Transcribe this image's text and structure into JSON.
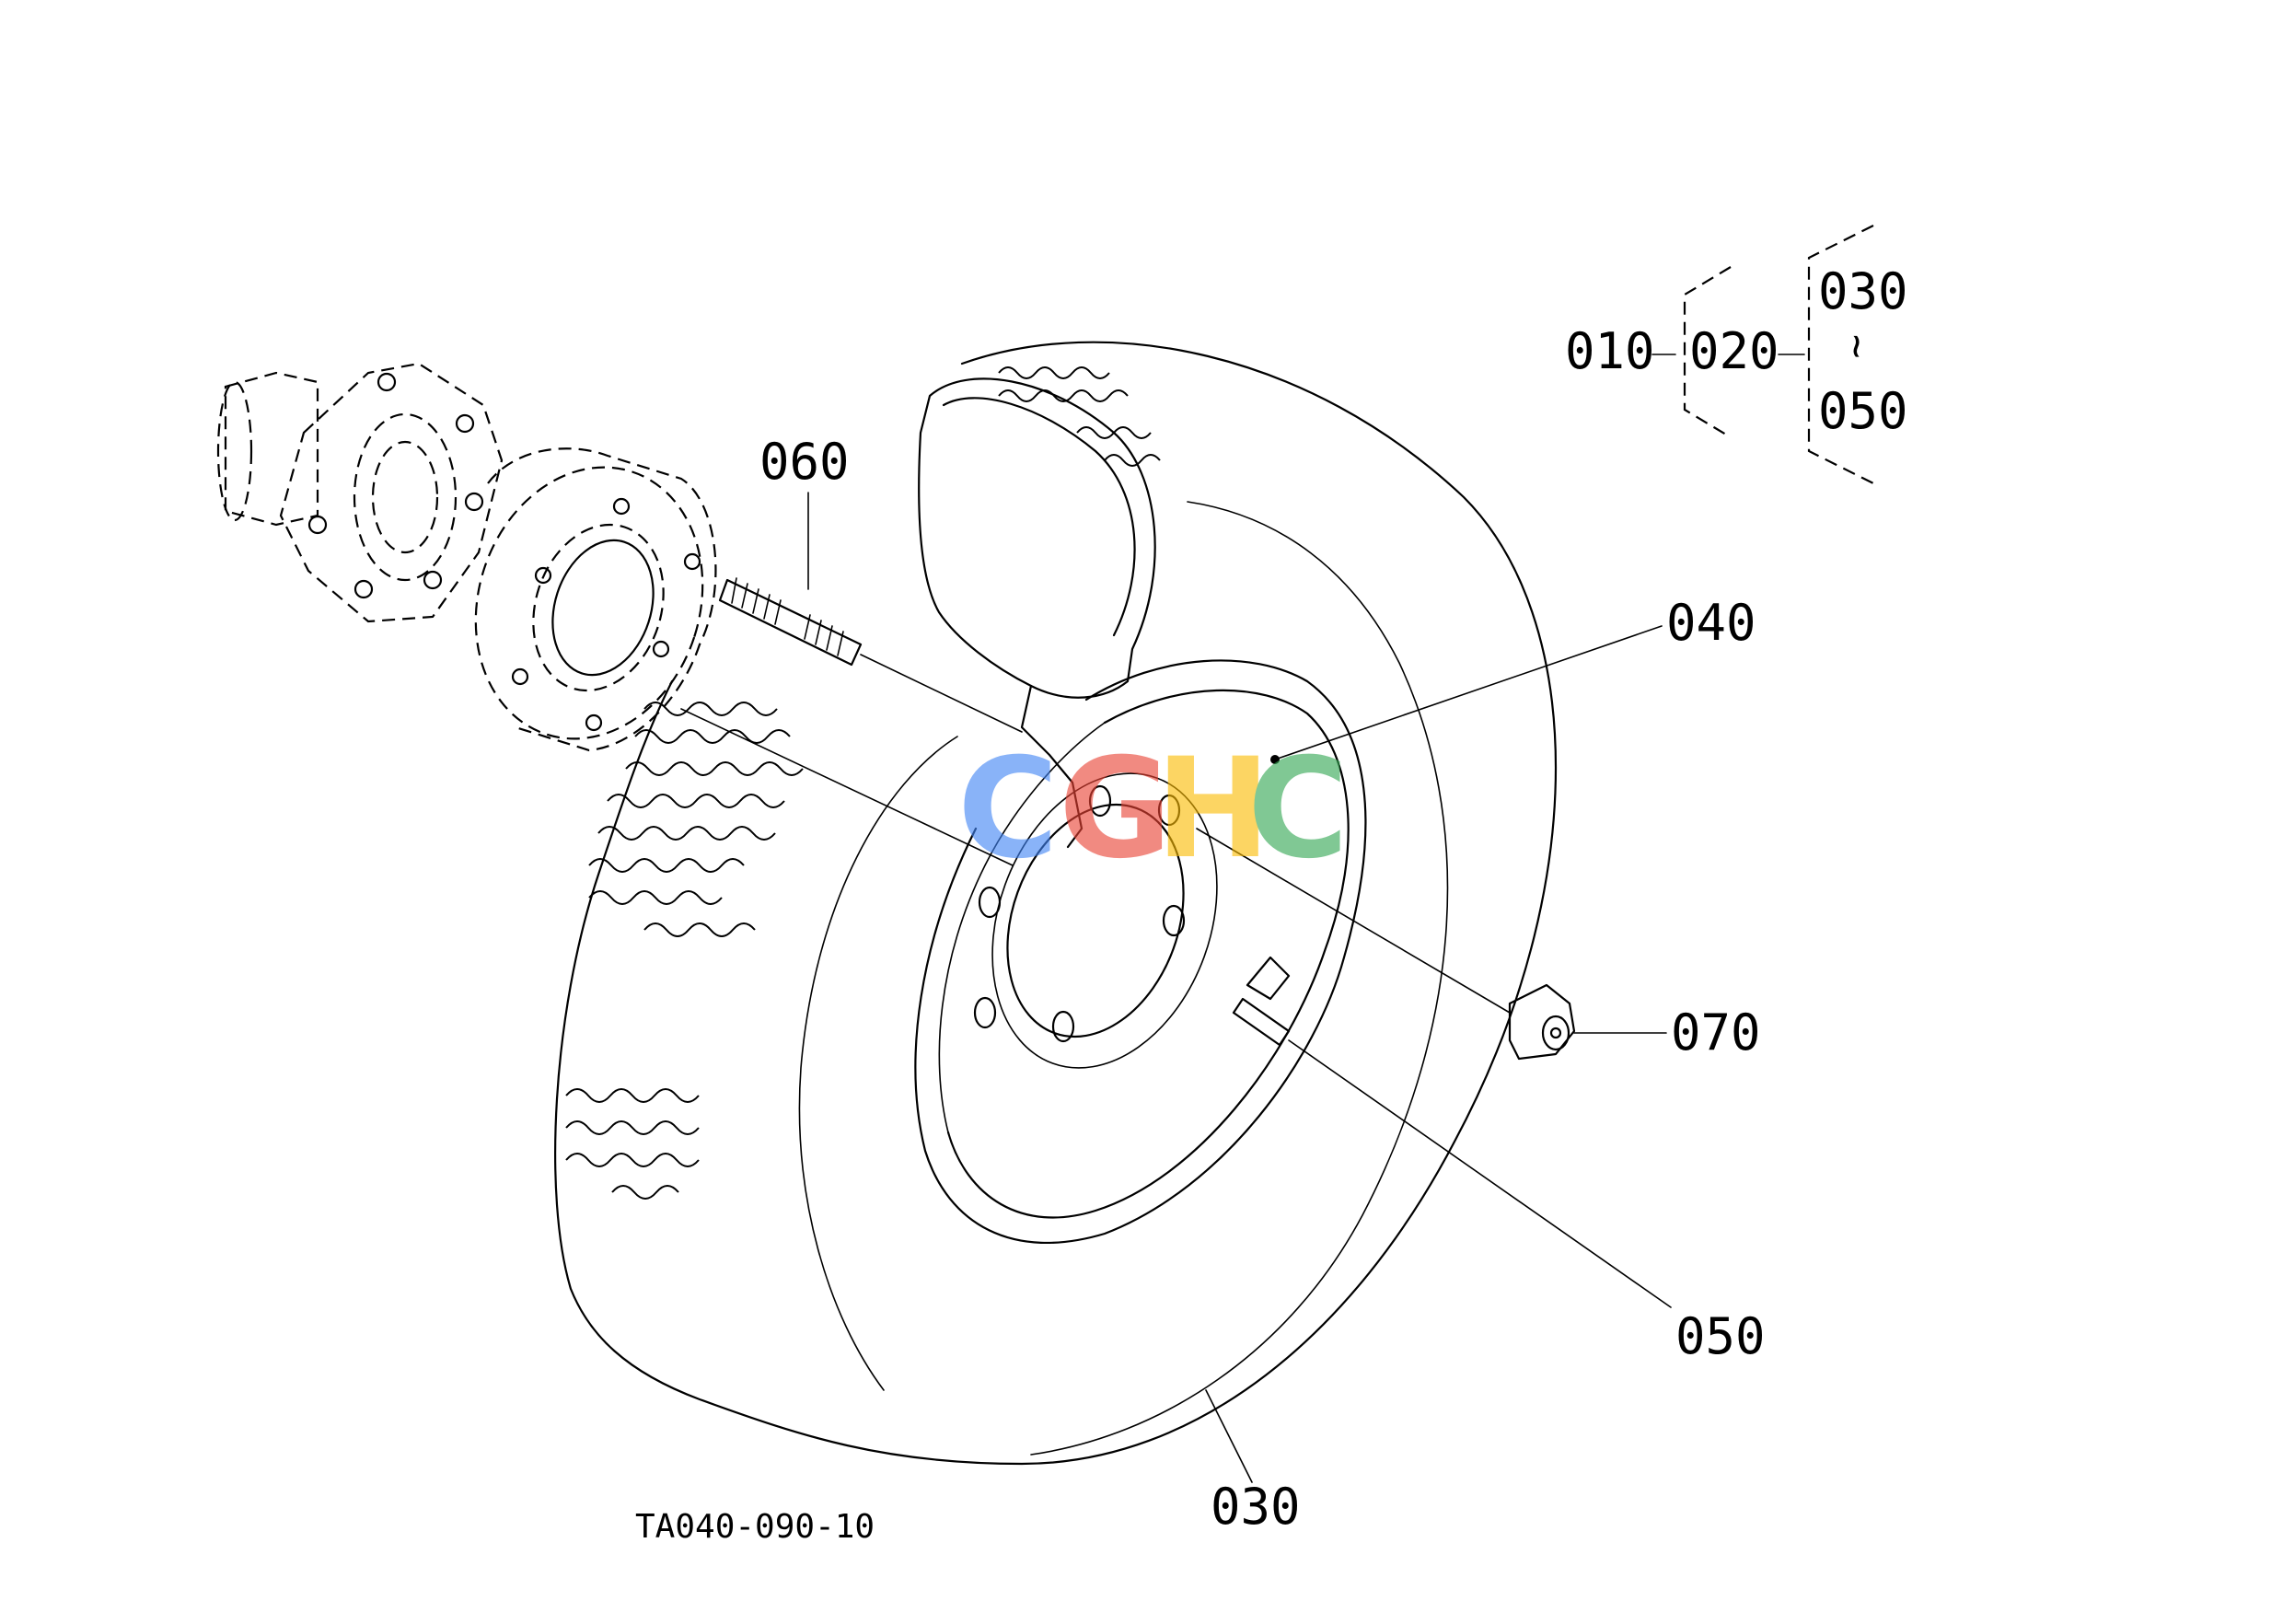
{
  "diagram": {
    "drawing_code": "TA040-090-10",
    "callouts": {
      "c030": "030",
      "c040": "040",
      "c050": "050",
      "c060": "060",
      "c070": "070"
    },
    "hierarchy": {
      "root": "010",
      "mid": "020",
      "top": "030",
      "range_mark": "~",
      "bottom": "050"
    },
    "watermark": {
      "letters": [
        "C",
        "G",
        "H",
        "C"
      ],
      "colors": [
        "#4285F4",
        "#EA4335",
        "#FBBC05",
        "#34A853"
      ]
    }
  }
}
